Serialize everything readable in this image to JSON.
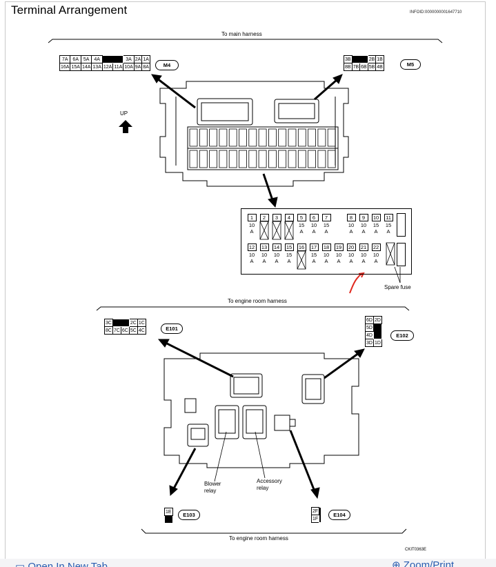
{
  "title": "Terminal Arrangement",
  "info_id": "INFOID:0000000001647710",
  "labels": {
    "to_main_harness": "To main harness",
    "to_engine_room_harness_top": "To engine room harness",
    "to_engine_room_harness_bottom": "To engine room harness",
    "up": "UP",
    "spare_fuse": "Spare fuse",
    "blower_relay_1": "Blower",
    "blower_relay_2": "relay",
    "accessory_relay_1": "Accessory",
    "accessory_relay_2": "relay",
    "figure_code": "CKIT0363E"
  },
  "connectors": {
    "M4": {
      "name": "M4",
      "row1": [
        "7A",
        "6A",
        "5A",
        "4A",
        "",
        "3A",
        "2A",
        "1A"
      ],
      "row2": [
        "16A",
        "15A",
        "14A",
        "13A",
        "12A",
        "11A",
        "10A",
        "9A",
        "8A"
      ]
    },
    "M5": {
      "name": "M5",
      "row1": [
        "3B",
        "",
        "2B",
        "1B"
      ],
      "row2": [
        "8B",
        "7B",
        "6B",
        "5B",
        "4B"
      ]
    },
    "E101": {
      "name": "E101",
      "row1": [
        "3C",
        "",
        "2C",
        "1C"
      ],
      "row2": [
        "8C",
        "7C",
        "6C",
        "5C",
        "4C"
      ]
    },
    "E102": {
      "name": "E102",
      "cells": [
        "6D",
        "2D",
        "5D",
        "4D",
        "3D",
        "1D"
      ]
    },
    "E103": {
      "name": "E103",
      "cells": [
        "1E"
      ]
    },
    "E104": {
      "name": "E104",
      "cells": [
        "2F",
        "1F"
      ]
    }
  },
  "fuses_top": [
    {
      "n": "1",
      "a": "10",
      "u": "A"
    },
    {
      "n": "2",
      "a": "",
      "u": ""
    },
    {
      "n": "3",
      "a": "",
      "u": ""
    },
    {
      "n": "4",
      "a": "",
      "u": ""
    },
    {
      "n": "5",
      "a": "15",
      "u": "A"
    },
    {
      "n": "6",
      "a": "10",
      "u": "A"
    },
    {
      "n": "7",
      "a": "15",
      "u": "A"
    },
    {
      "n": "8",
      "a": "10",
      "u": "A"
    },
    {
      "n": "9",
      "a": "10",
      "u": "A"
    },
    {
      "n": "10",
      "a": "15",
      "u": "A"
    },
    {
      "n": "11",
      "a": "15",
      "u": "A"
    }
  ],
  "fuses_bottom": [
    {
      "n": "12",
      "a": "10",
      "u": "A"
    },
    {
      "n": "13",
      "a": "10",
      "u": "A"
    },
    {
      "n": "14",
      "a": "10",
      "u": "A"
    },
    {
      "n": "15",
      "a": "15",
      "u": "A"
    },
    {
      "n": "16",
      "a": "",
      "u": ""
    },
    {
      "n": "17",
      "a": "15",
      "u": "A"
    },
    {
      "n": "18",
      "a": "10",
      "u": "A"
    },
    {
      "n": "19",
      "a": "10",
      "u": "A"
    },
    {
      "n": "20",
      "a": "10",
      "u": "A"
    },
    {
      "n": "21",
      "a": "10",
      "u": "A"
    },
    {
      "n": "22",
      "a": "10",
      "u": "A"
    }
  ],
  "bottom_bar": {
    "open_new_tab": "Open In New Tab",
    "zoom_print": "Zoom/Print"
  },
  "colors": {
    "annotation_red": "#e0281e",
    "frame": "#c8c8c8",
    "link": "#2a5db0"
  }
}
